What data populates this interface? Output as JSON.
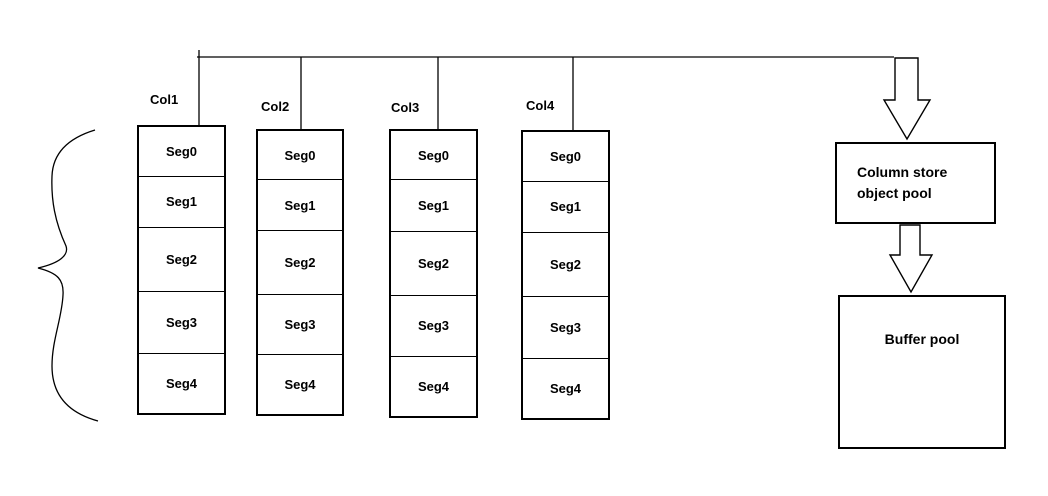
{
  "diagram": {
    "columns": [
      {
        "label": "Col1",
        "segments": [
          "Seg0",
          "Seg1",
          "Seg2",
          "Seg3",
          "Seg4"
        ]
      },
      {
        "label": "Col2",
        "segments": [
          "Seg0",
          "Seg1",
          "Seg2",
          "Seg3",
          "Seg4"
        ]
      },
      {
        "label": "Col3",
        "segments": [
          "Seg0",
          "Seg1",
          "Seg2",
          "Seg3",
          "Seg4"
        ]
      },
      {
        "label": "Col4",
        "segments": [
          "Seg0",
          "Seg1",
          "Seg2",
          "Seg3",
          "Seg4"
        ]
      }
    ],
    "column_store_pool": {
      "line1": "Column store",
      "line2": "object pool"
    },
    "buffer_pool": {
      "label": "Buffer pool"
    },
    "icons": {
      "arrow_to_column_store": "block-arrow-down",
      "arrow_to_buffer_pool": "block-arrow-down",
      "brace": "left-curly-brace"
    },
    "colors": {
      "line": "#000000",
      "text": "#000000",
      "background": "#ffffff"
    }
  }
}
